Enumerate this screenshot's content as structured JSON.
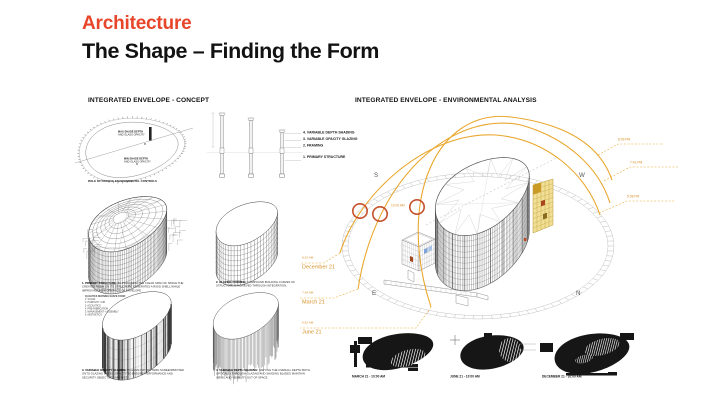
{
  "colors": {
    "accent": "#E8462A",
    "sun": "#E9A82F",
    "sun_deep": "#D89027",
    "sun_circle": "#C5502B"
  },
  "header": {
    "kicker": "Architecture",
    "title": "The Shape – Finding the Form"
  },
  "concept": {
    "heading": "INTEGRATED ENVELOPE - CONCEPT",
    "plan": {
      "label_max_1": "MAX SHADE DEPTH",
      "label_max_2": "AND GLASS OPACITY",
      "label_min_1": "MIN SHADE DEPTH",
      "label_min_2": "AND GLASS OPACITY",
      "caption": "ROLE OF PASSIVE ENVIRONMENTAL CONTROLS"
    },
    "layers": [
      "4. VARIABLE DEPTH SHADING",
      "3. VARIABLE OPACITY GLAZING",
      "2. FRAMING",
      "1. PRIMARY STRUCTURE"
    ],
    "legend": {
      "title": "QUALITIES DEFINING SHAPE FORM:",
      "items": [
        "1. SOLAR",
        "2. POROSITY / AIR",
        "3. ACOUSTICS",
        "4. PRE-FABRICATION",
        "5. MANAGEMENT + ASSEMBLY",
        "6. AESTHETICS"
      ]
    },
    "steps": [
      {
        "label": "1. PRIMARY STRUCTURE:",
        "text": "BY PROVIDING THE CLEAR SPAN OF SPACE THE CREATED FORM ON ITS STRUCTURE GENERATES A RIGID SHELL WHILE IMPROVING PERFORMANCE OF ENVELOPE"
      },
      {
        "label": "2. GLAZING FORMING:",
        "text": "COMPOUND BUILDING CURVES OF STRUCTURE IS ACHIEVED THROUGH INTEGRATION"
      },
      {
        "label": "3. VARIABLE OPACITY GLAZING:",
        "text": "A GLASS FRIT PATTERN SCREENPRINTED ONTO GLAZING VARIES OPACITY TO ENSURE PERFORMANCE AND SECURITY OBJECTIVES ARE MET"
      },
      {
        "label": "4. VARIABLE DEPTH SHADING:",
        "text": "VARYING THE OVERALL DEPTH BOTH OPTICALLY THROUGH GLAZING AND SHADING BLADES MAINTAIN VIEWS AND VISIBILITY OUT OF SPACE"
      }
    ]
  },
  "env": {
    "heading": "INTEGRATED ENVELOPE - ENVIRONMENTAL ANALYSIS",
    "compass": {
      "s": "S",
      "w": "W",
      "e": "E",
      "n": "N"
    },
    "sun_time": "10:00 AM",
    "sunsets": [
      "8:09 PM",
      "7:41 PM",
      "5:08 PM"
    ],
    "sunrises": [
      {
        "time": "8:15 AM",
        "date": "December 21"
      },
      {
        "time": "7:34 AM",
        "date": "March 21"
      },
      {
        "time": "6:52 AM",
        "date": "June 21"
      }
    ]
  },
  "solar": [
    {
      "caption": "MARCH 21 - 10:00 AM"
    },
    {
      "caption": "JUNE 21 - 10:00 AM"
    },
    {
      "caption": "DECEMBER 21 - 10:00 AM"
    }
  ]
}
